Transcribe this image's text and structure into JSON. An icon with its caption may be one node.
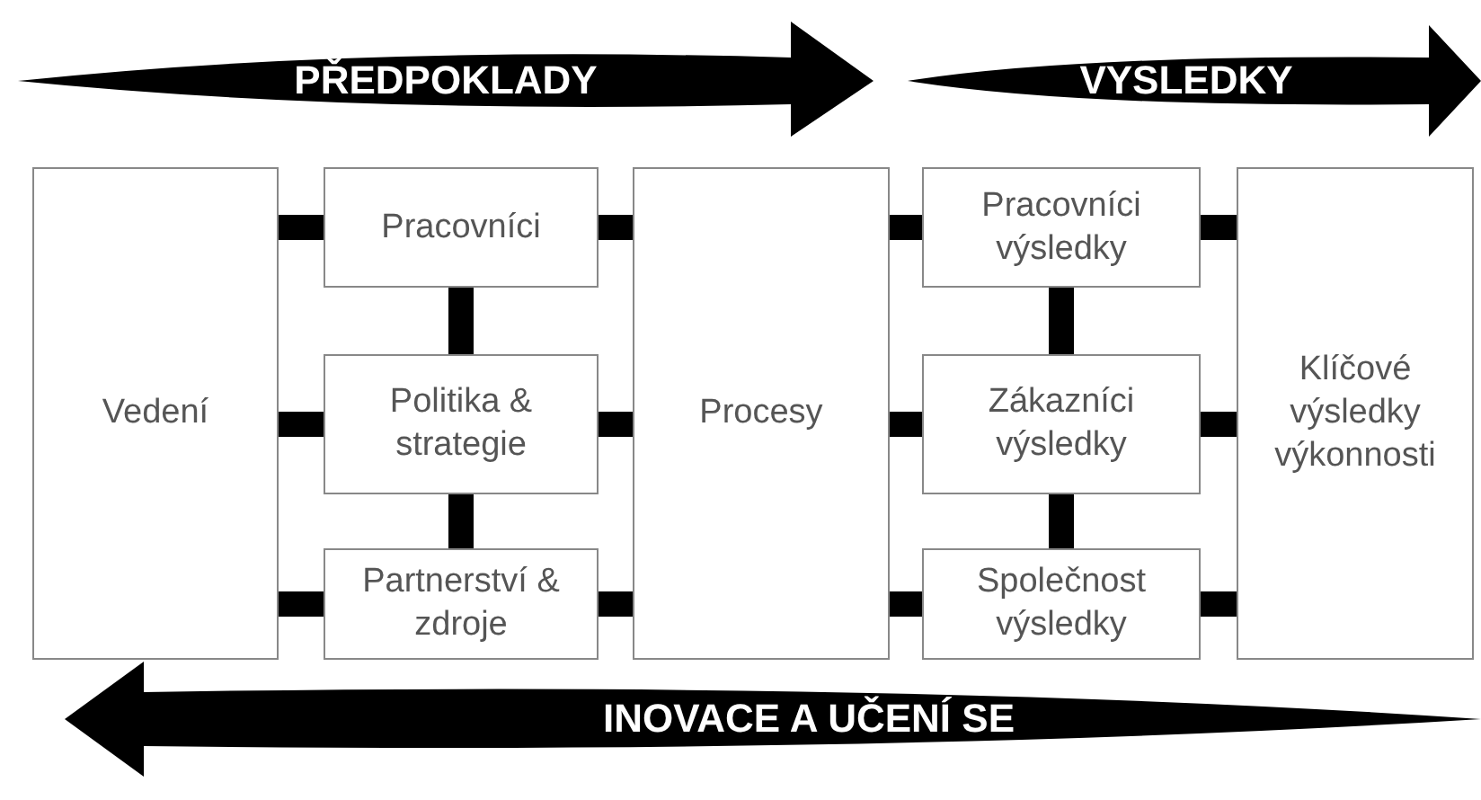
{
  "diagram": {
    "nodes": [
      {
        "text": [
          "Vedení"
        ]
      },
      {
        "text": [
          "Pracovníci"
        ]
      },
      {
        "text": [
          "Politika & strategie"
        ]
      },
      {
        "text": [
          "Partnerství & zdroje"
        ]
      },
      {
        "text": [
          "Procesy"
        ]
      },
      {
        "text": [
          "Pracovníci výsledky"
        ]
      },
      {
        "text": [
          "Zákazníci výsledky"
        ]
      },
      {
        "text": [
          "Společnost výsledky"
        ]
      },
      {
        "text": [
          "Klíčové výsledky výkonnosti"
        ]
      }
    ],
    "edges": [
      {
        "from": 0,
        "to": 1,
        "arrow": "none"
      },
      {
        "from": 0,
        "to": 2,
        "arrow": "none"
      },
      {
        "from": 0,
        "to": 3,
        "arrow": "none"
      },
      {
        "from": 1,
        "to": 2,
        "arrow": "none"
      },
      {
        "from": 2,
        "to": 3,
        "arrow": "none"
      },
      {
        "from": 1,
        "to": 4,
        "arrow": "none"
      },
      {
        "from": 2,
        "to": 4,
        "arrow": "none"
      },
      {
        "from": 3,
        "to": 4,
        "arrow": "none"
      },
      {
        "from": 4,
        "to": 5,
        "arrow": "none"
      },
      {
        "from": 4,
        "to": 6,
        "arrow": "none"
      },
      {
        "from": 4,
        "to": 7,
        "arrow": "none"
      },
      {
        "from": 5,
        "to": 6,
        "arrow": "none"
      },
      {
        "from": 6,
        "to": 7,
        "arrow": "none"
      },
      {
        "from": 5,
        "to": 8,
        "arrow": "none"
      },
      {
        "from": 6,
        "to": 8,
        "arrow": "none"
      },
      {
        "from": 7,
        "to": 8,
        "arrow": "none"
      }
    ],
    "labels": [
      "PŘEDPOKLADY",
      "VYSLEDKY",
      "INOVACE A UČENÍ SE"
    ]
  }
}
